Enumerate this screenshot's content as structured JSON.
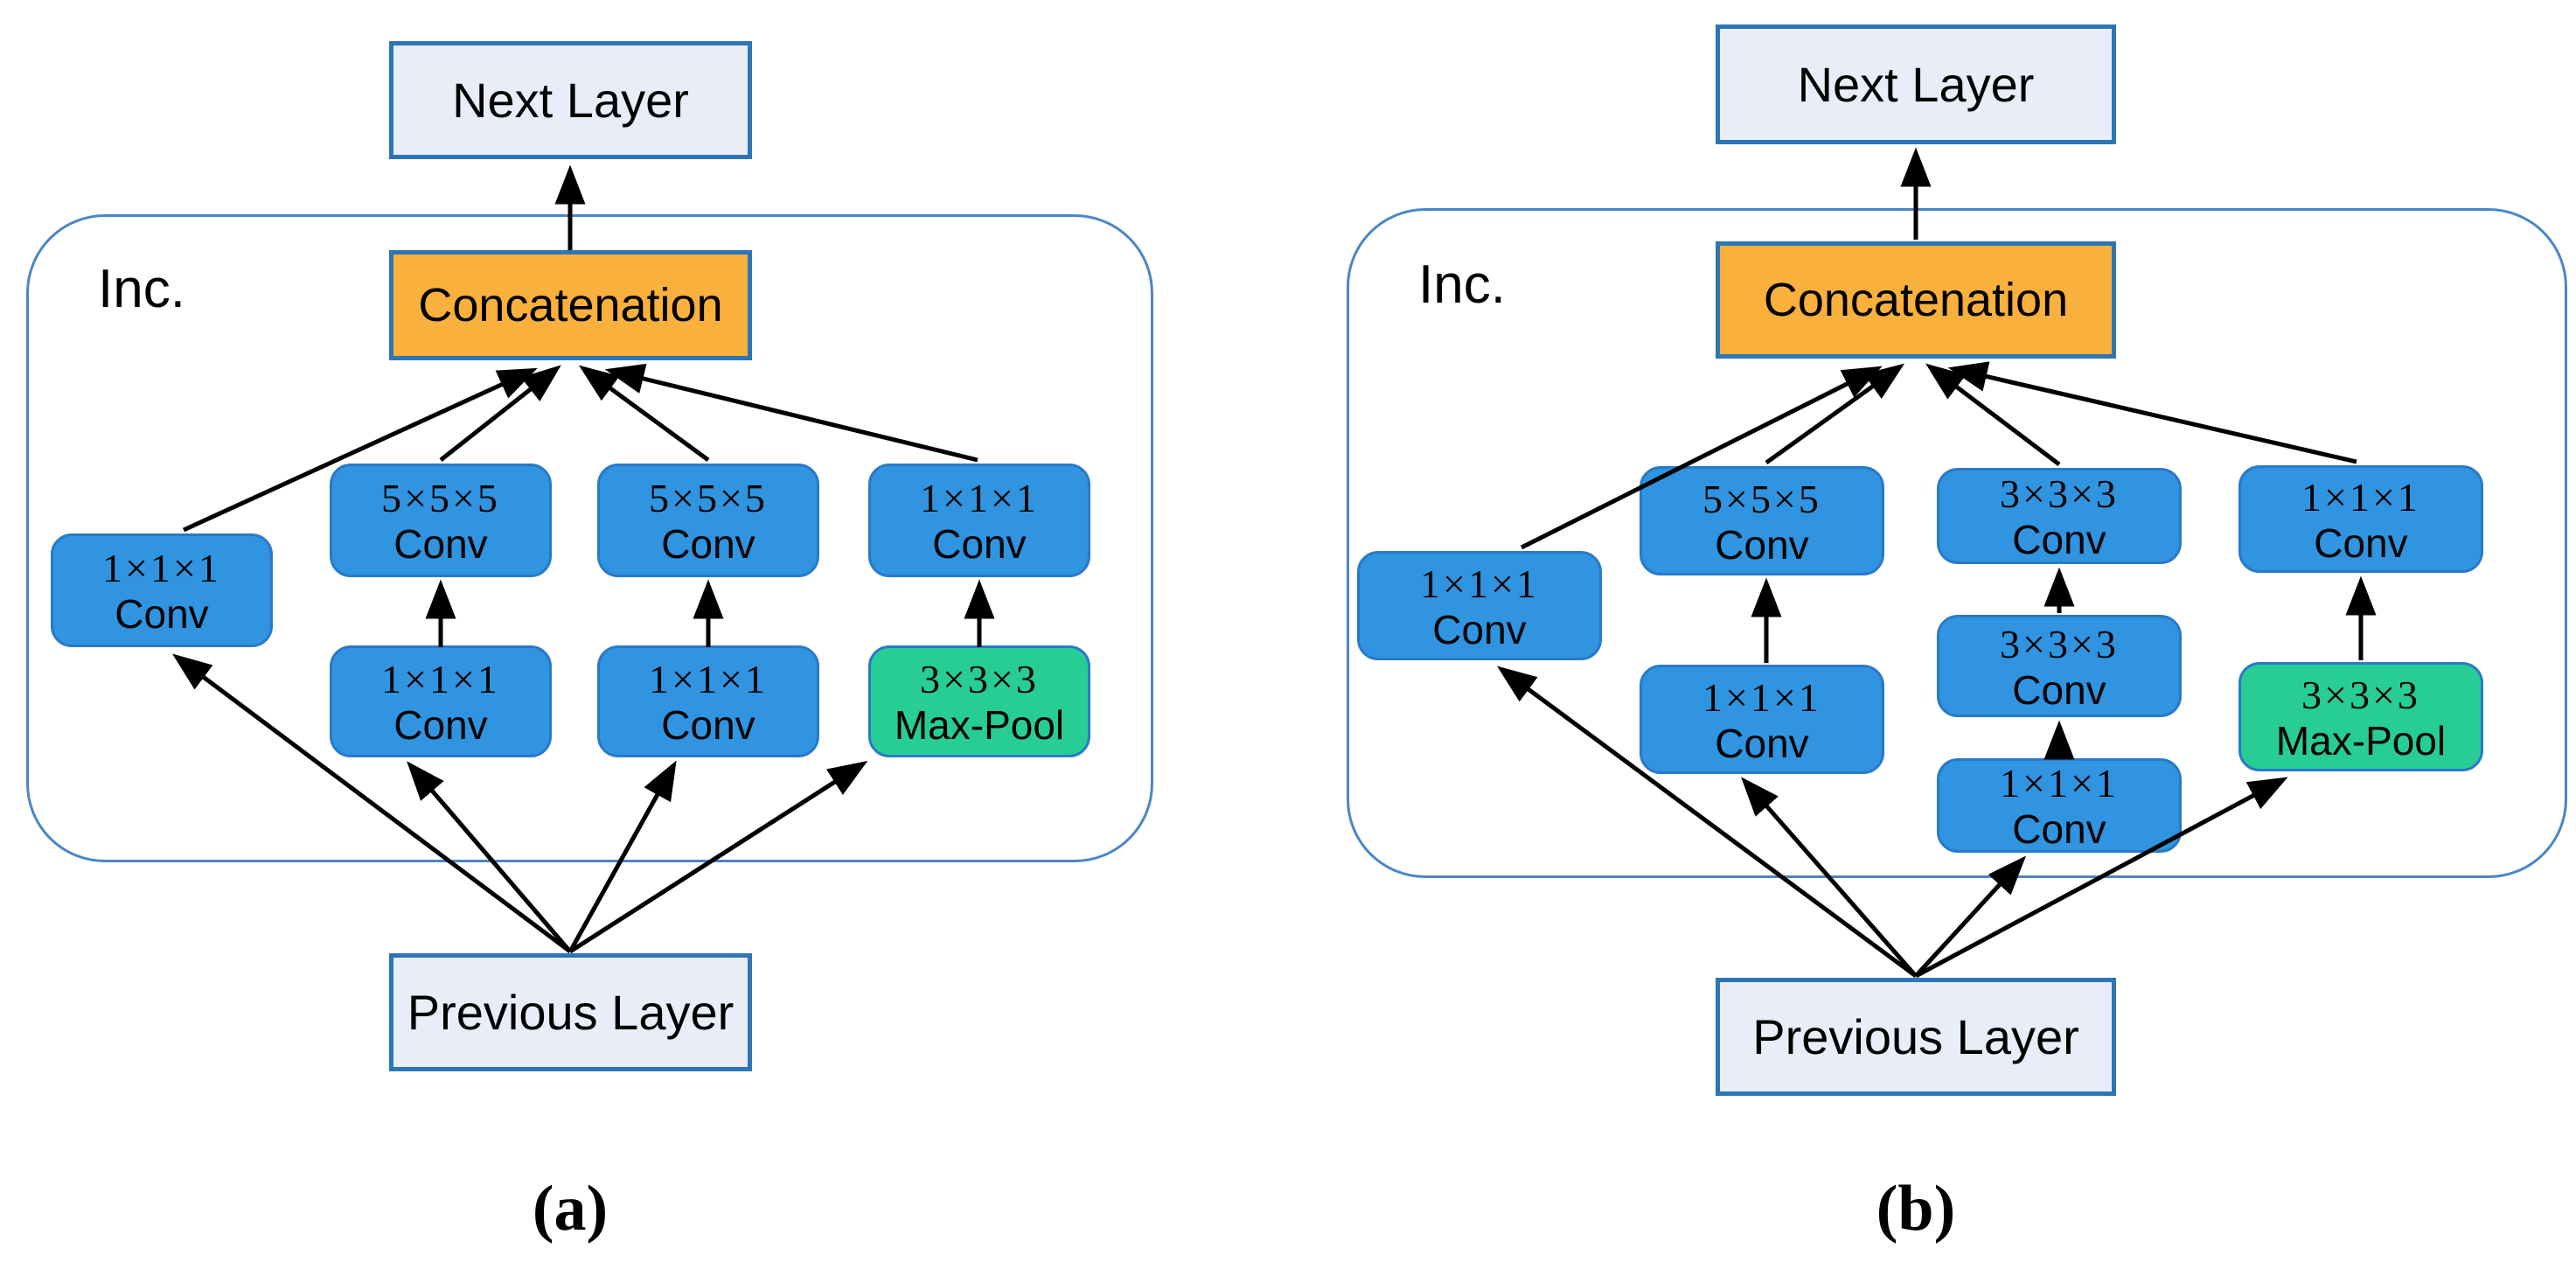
{
  "figure": {
    "colors": {
      "page_bg": "#ffffff",
      "box_blue": "#3094e0",
      "box_green": "#28cd96",
      "box_orange": "#fab03c",
      "io_fill": "#e9edf8",
      "io_border": "#2e75b6",
      "conv_border": "#2979c8",
      "container_border": "#4a86c8",
      "arrow_color": "#000000",
      "text_color": "#000000"
    },
    "panels": [
      {
        "caption": "(a)",
        "module_label": "Inc.",
        "next_layer_label": "Next Layer",
        "concatenation_label": "Concatenation",
        "previous_layer_label": "Previous Layer",
        "boxes": [
          {
            "dims": "1×1×1",
            "op": "Conv"
          },
          {
            "dims": "5×5×5",
            "op": "Conv"
          },
          {
            "dims": "1×1×1",
            "op": "Conv"
          },
          {
            "dims": "5×5×5",
            "op": "Conv"
          },
          {
            "dims": "1×1×1",
            "op": "Conv"
          },
          {
            "dims": "1×1×1",
            "op": "Conv"
          },
          {
            "dims": "3×3×3",
            "op": "Max-Pool"
          }
        ]
      },
      {
        "caption": "(b)",
        "module_label": "Inc.",
        "next_layer_label": "Next Layer",
        "concatenation_label": "Concatenation",
        "previous_layer_label": "Previous Layer",
        "boxes": [
          {
            "dims": "1×1×1",
            "op": "Conv"
          },
          {
            "dims": "5×5×5",
            "op": "Conv"
          },
          {
            "dims": "1×1×1",
            "op": "Conv"
          },
          {
            "dims": "3×3×3",
            "op": "Conv"
          },
          {
            "dims": "3×3×3",
            "op": "Conv"
          },
          {
            "dims": "1×1×1",
            "op": "Conv"
          },
          {
            "dims": "1×1×1",
            "op": "Conv"
          },
          {
            "dims": "3×3×3",
            "op": "Max-Pool"
          }
        ]
      }
    ]
  }
}
